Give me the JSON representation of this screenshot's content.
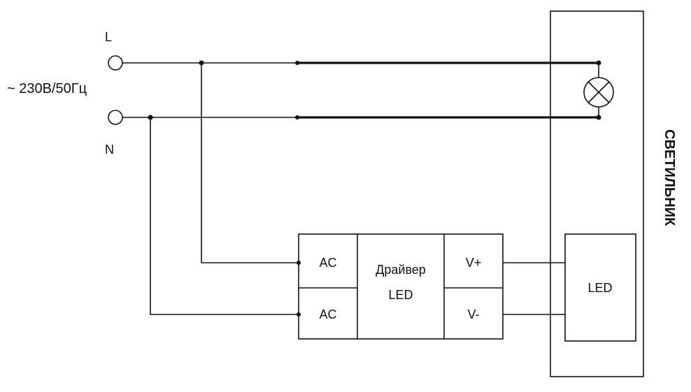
{
  "terminals": {
    "line_label": "L",
    "neutral_label": "N",
    "supply_label": "~ 230В/50Гц"
  },
  "driver": {
    "input_1": "AC",
    "input_2": "AC",
    "title_line1": "Драйвер",
    "title_line2": "LED",
    "output_plus": "V+",
    "output_minus": "V-"
  },
  "luminaire": {
    "title": "СВЕТИЛЬНИК",
    "led_label": "LED"
  }
}
